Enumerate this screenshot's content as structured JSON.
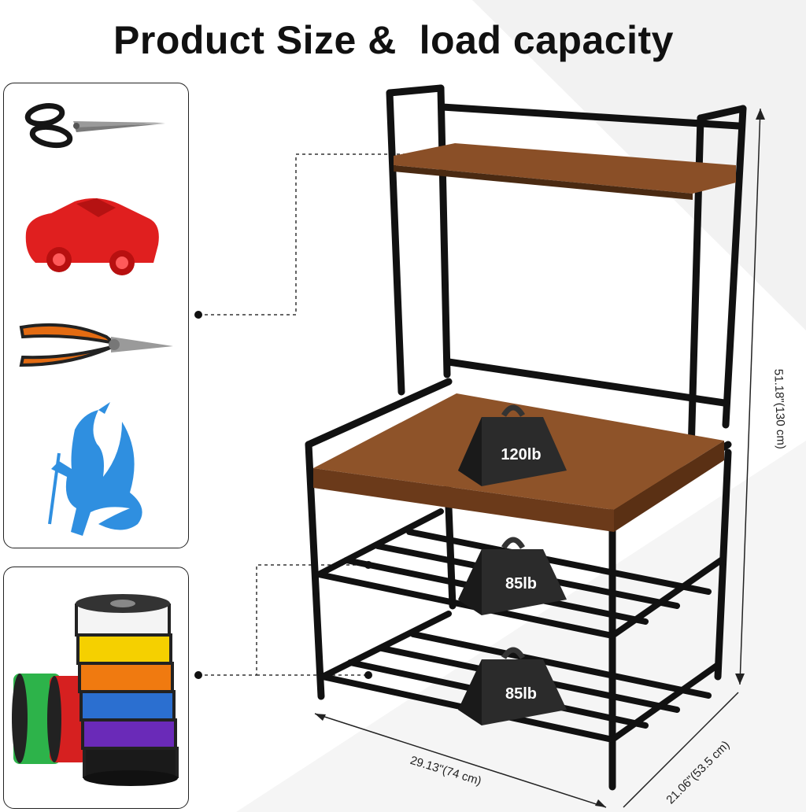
{
  "title": "Product Size &  load capacity",
  "dimensions": {
    "height": "51.18\"(130 cm)",
    "width": "29.13\"(74 cm)",
    "depth": "21.06\"(53.5 cm)"
  },
  "load_capacity": {
    "desktop": "120lb",
    "middle_shelf": "85lb",
    "bottom_shelf": "85lb"
  },
  "colors": {
    "frame": "#111111",
    "wood": "#8a4f27",
    "weight": "#2b2b2b",
    "car": "#e01f1f",
    "dragon": "#2f8fe0",
    "plier_handle": "#e36b12"
  },
  "icons": {
    "panel_items": [
      "scissors-icon",
      "toy-car-icon",
      "pliers-icon",
      "dragon-figure-icon"
    ],
    "filament": [
      "filament-spool-icon"
    ]
  }
}
